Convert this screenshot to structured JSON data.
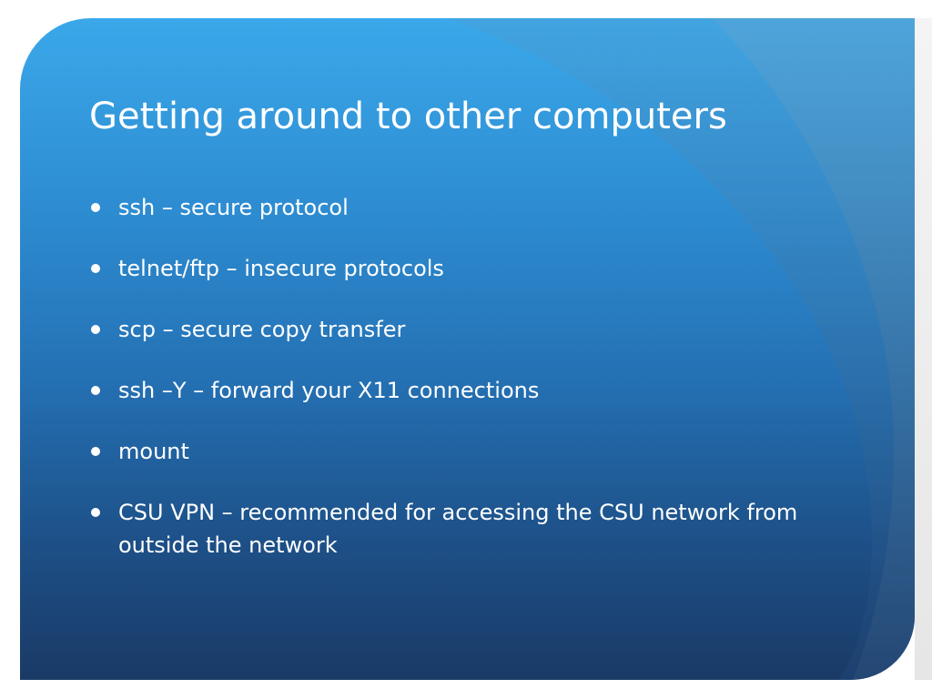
{
  "slide": {
    "title": "Getting around to other computers",
    "bullets": [
      "ssh – secure protocol",
      "telnet/ftp – insecure protocols",
      "scp – secure copy transfer",
      "ssh –Y – forward your X11 connections",
      "mount",
      "CSU VPN – recommended for accessing the CSU network from outside the network"
    ]
  },
  "colors": {
    "background_top": "#3aa8ea",
    "background_bottom": "#1a3a66",
    "text": "#ffffff"
  }
}
